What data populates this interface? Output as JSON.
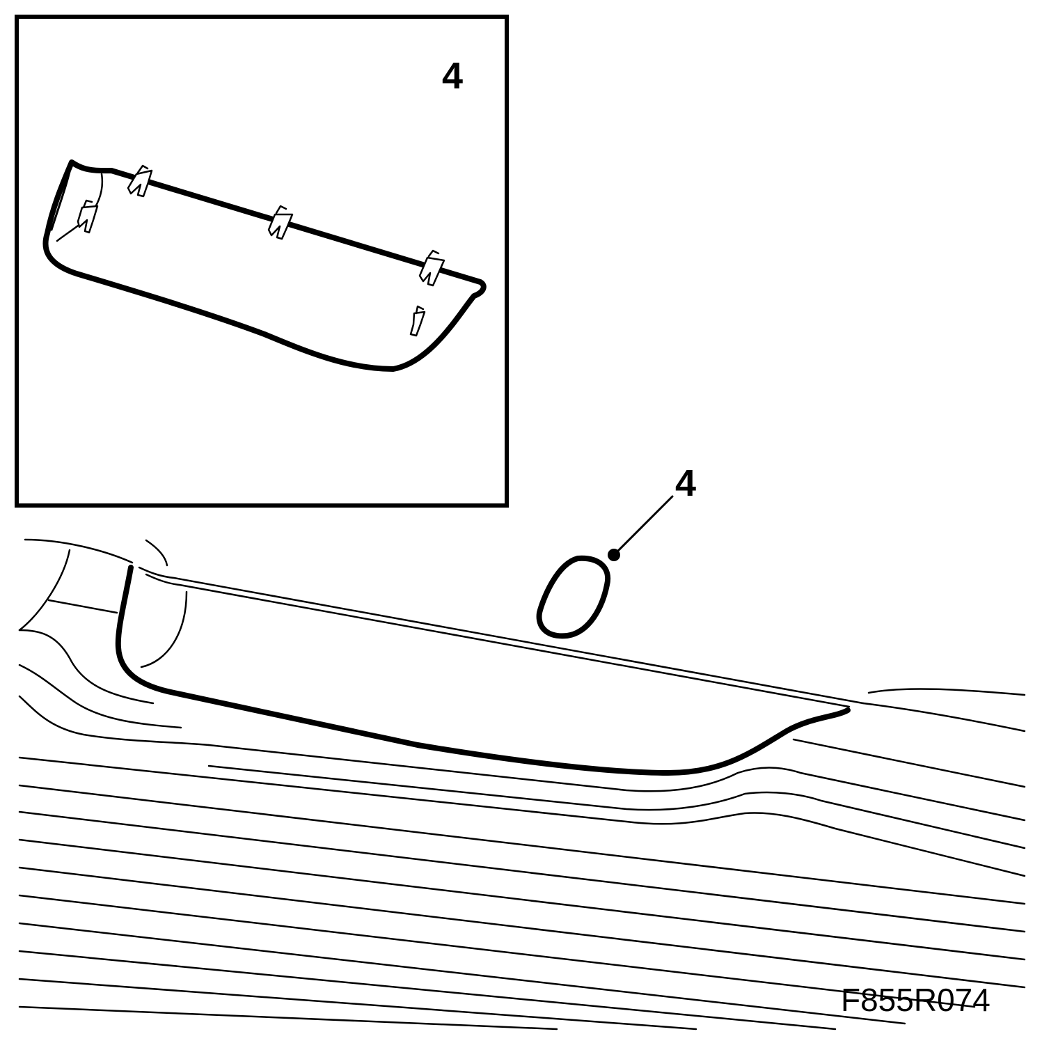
{
  "diagram": {
    "inset_label": "4",
    "callout_label": "4",
    "figure_code": "F855R074",
    "colors": {
      "ink": "#000000",
      "paper": "#ffffff"
    }
  }
}
